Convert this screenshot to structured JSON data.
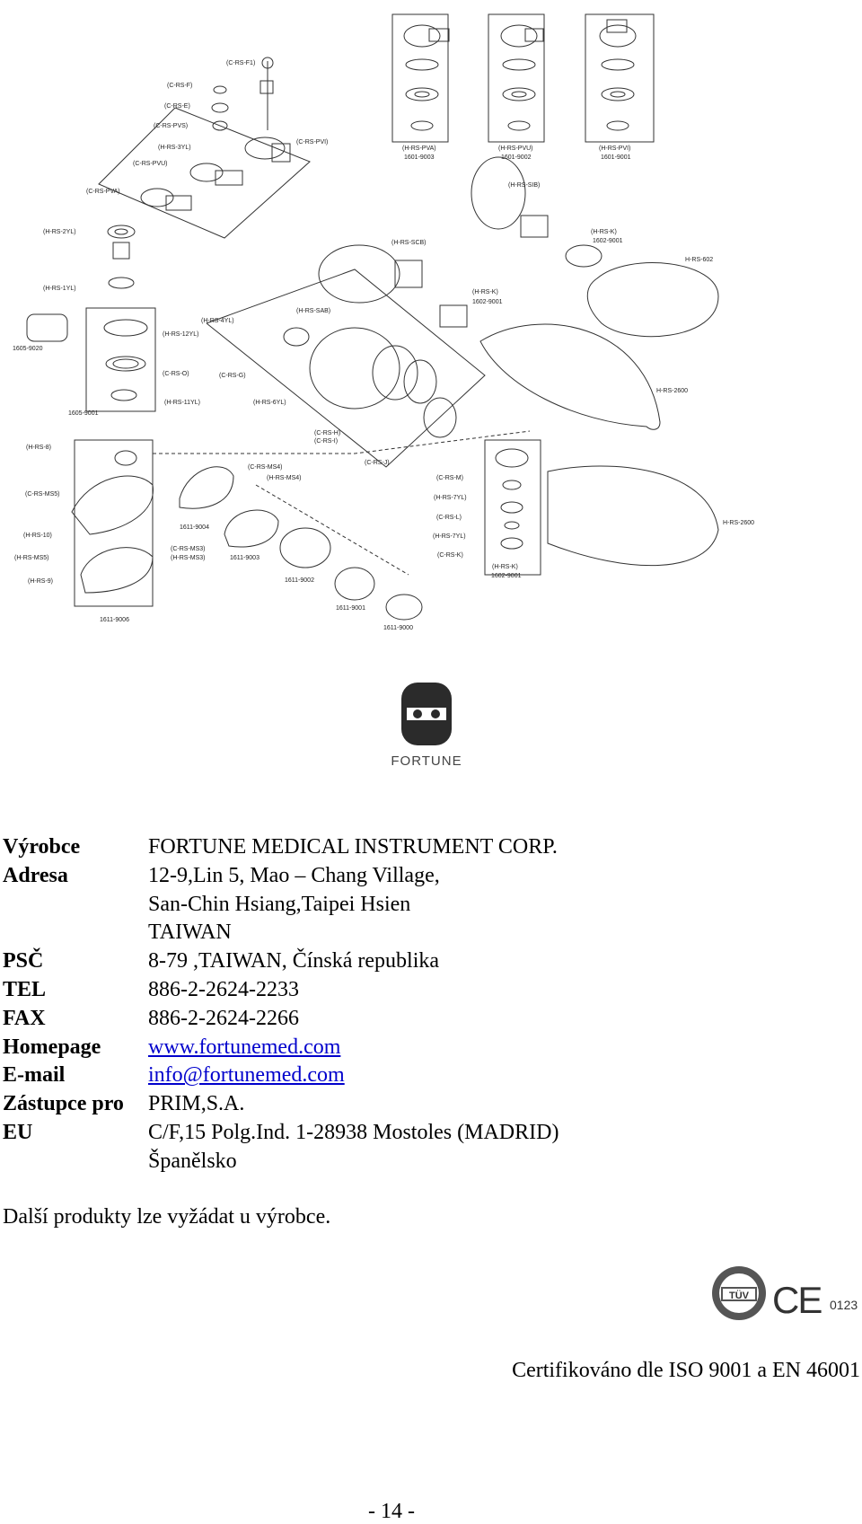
{
  "diagram": {
    "labels": {
      "c_rs_f1": "(C-RS-F1)",
      "c_rs_f": "(C-RS-F)",
      "c_rs_e": "(C-RS-E)",
      "c_rs_pvs": "(C-RS-PVS)",
      "h_rs_3yl": "(H-RS-3YL)",
      "c_rs_pvu": "(C-RS-PVU)",
      "c_rs_pvi": "(C-RS-PVI)",
      "c_rs_pva": "(C-RS-PVA)",
      "h_rs_2yl": "(H-RS-2YL)",
      "h_rs_1yl": "(H-RS-1YL)",
      "h_rs_pva": "(H-RS-PVA)",
      "n_1601_9003": "1601-9003",
      "h_rs_pvu": "(H-RS-PVU)",
      "n_1601_9002": "1601-9002",
      "h_rs_pvi": "(H-RS-PVI)",
      "n_1601_9001": "1601-9001",
      "h_rs_sib": "(H-RS-SIB)",
      "h_rs_scb": "(H-RS-SCB)",
      "h_rs_k_top": "(H-RS-K)",
      "n_1602_9001_top": "1602-9001",
      "h_rs_602": "H-RS-602",
      "h_rs_k_mid": "(H-RS-K)",
      "n_1602_9001_mid": "1602-9001",
      "n_1605_9020": "1605-9020",
      "h_rs_4yl": "(H-RS-4YL)",
      "h_rs_12yl": "(H-RS-12YL)",
      "h_rs_sab": "(H-RS-SAB)",
      "c_rs_o": "(C-RS-O)",
      "c_rs_g": "(C-RS-G)",
      "h_rs_11yl": "(H-RS-11YL)",
      "h_rs_6yl": "(H-RS-6YL)",
      "n_1605_9001": "1605-9001",
      "h_rs_2600a": "H-RS-2600",
      "c_rs_h": "(C-RS-H)",
      "c_rs_i": "(C-RS-I)",
      "h_rs_8": "(H-RS-8)",
      "c_rs_j": "(C-RS-J)",
      "c_rs_ms4": "(C-RS-MS4)",
      "h_rs_ms4": "(H-RS-MS4)",
      "c_rs_m": "(C-RS-M)",
      "c_rs_ms5": "(C-RS-MS5)",
      "h_rs_7yl_a": "(H-RS-7YL)",
      "n_1611_9004": "1611-9004",
      "c_rs_l": "(C-RS-L)",
      "h_rs_10": "(H-RS-10)",
      "h_rs_7yl_b": "(H-RS-7YL)",
      "h_rs_2600b": "H-RS-2600",
      "c_rs_ms3": "(C-RS-MS3)",
      "h_rs_ms3": "(H-RS-MS3)",
      "h_rs_ms5": "(H-RS-MS5)",
      "n_1611_9003": "1611-9003",
      "c_rs_k": "(C-RS-K)",
      "h_rs_k_bot": "(H-RS-K)",
      "n_1602_9001_bot": "1602-9001",
      "h_rs_9": "(H-RS-9)",
      "n_1611_9002": "1611-9002",
      "n_1611_9006": "1611-9006",
      "n_1611_9001": "1611-9001",
      "n_1611_9000": "1611-9000"
    }
  },
  "logo": {
    "text": "FORTUNE"
  },
  "info": {
    "rows": [
      {
        "label": "Výrobce",
        "value": "FORTUNE MEDICAL INSTRUMENT CORP."
      },
      {
        "label": "Adresa",
        "value": "12-9,Lin 5, Mao – Chang Village,"
      },
      {
        "label": "",
        "value": "San-Chin Hsiang,Taipei Hsien"
      },
      {
        "label": "",
        "value": "TAIWAN"
      },
      {
        "label": "PSČ",
        "value": "8-79 ,TAIWAN, Čínská republika"
      },
      {
        "label": "TEL",
        "value": "886-2-2624-2233"
      },
      {
        "label": "FAX",
        "value": "886-2-2624-2266"
      },
      {
        "label": "Homepage",
        "value": "www.fortunemed.com"
      },
      {
        "label": "E-mail",
        "value": "info@fortunemed.com"
      },
      {
        "label": "Zástupce pro",
        "value": "PRIM,S.A."
      },
      {
        "label": "EU",
        "value": "C/F,15 Polg.Ind. 1-28938 Mostoles (MADRID)"
      },
      {
        "label": "",
        "value": "Španělsko"
      }
    ]
  },
  "note": "Další produkty lze vyžádat u výrobce.",
  "certs": {
    "tuv": "TÜV",
    "ce": "CE",
    "number": "0123"
  },
  "cert_text": "Certifikováno dle ISO 9001 a EN 46001",
  "page_number": "- 14 -"
}
